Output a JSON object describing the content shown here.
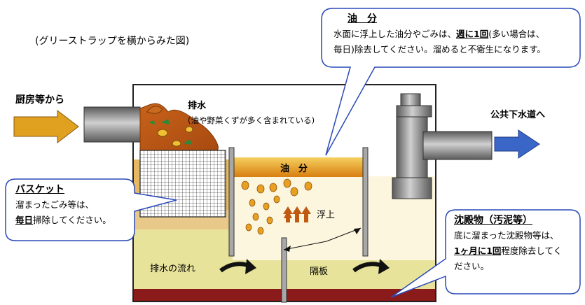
{
  "diagram": {
    "title": "(グリーストラップを横からみた図)",
    "inlet_label": "厨房等から",
    "outlet_label": "公共下水道へ",
    "wastewater_label": "排水",
    "wastewater_note": "(油や野菜くずが多く含まれている)",
    "oil_layer_label": "油　分",
    "float_label": "浮上",
    "flow_label": "排水の流れ",
    "partition_label": "隔板",
    "colors": {
      "oil": "#e8a020",
      "sediment": "#8b1a1a",
      "water": "#e8e39a",
      "pipe": "#8a8a8a",
      "arrow_in": "#e0a020",
      "arrow_out": "#3a66c8"
    }
  },
  "callouts": {
    "oil": {
      "title": "油　分",
      "line1_a": "水面に浮上した油分やごみは、",
      "line1_b": "週に1回",
      "line1_c": "(多い場合は、",
      "line2": "毎日)除去してください。溜めると不衛生になります。"
    },
    "basket": {
      "title": "バスケット",
      "line1": "溜まったごみ等は、",
      "line2_a": "毎日",
      "line2_b": "掃除してください。"
    },
    "sediment": {
      "title": "沈殿物（汚泥等）",
      "line1": "底に溜まった沈殿物等は、",
      "line2_a": "1ヶ月に1回",
      "line2_b": "程度除去してく",
      "line3": "ださい。"
    }
  }
}
